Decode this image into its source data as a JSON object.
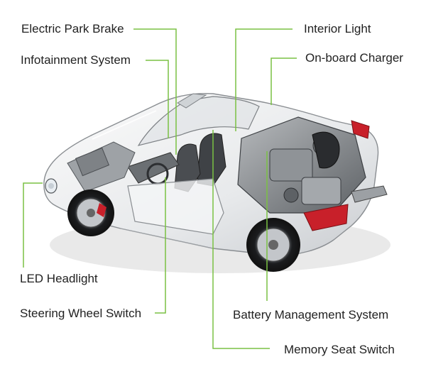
{
  "labels": {
    "electric_park_brake": "Electric Park Brake",
    "interior_light": "Interior Light",
    "infotainment_system": "Infotainment System",
    "onboard_charger": "On-board Charger",
    "led_headlight": "LED Headlight",
    "steering_wheel_switch": "Steering  Wheel Switch",
    "battery_management_system": "Battery Management System",
    "memory_seat_switch": "Memory Seat Switch"
  },
  "colors": {
    "leader_line": "#7ac143",
    "label_text": "#222222",
    "car_body": "#eef0f1",
    "car_outline": "#8a8e92",
    "taillight": "#c8202a"
  }
}
